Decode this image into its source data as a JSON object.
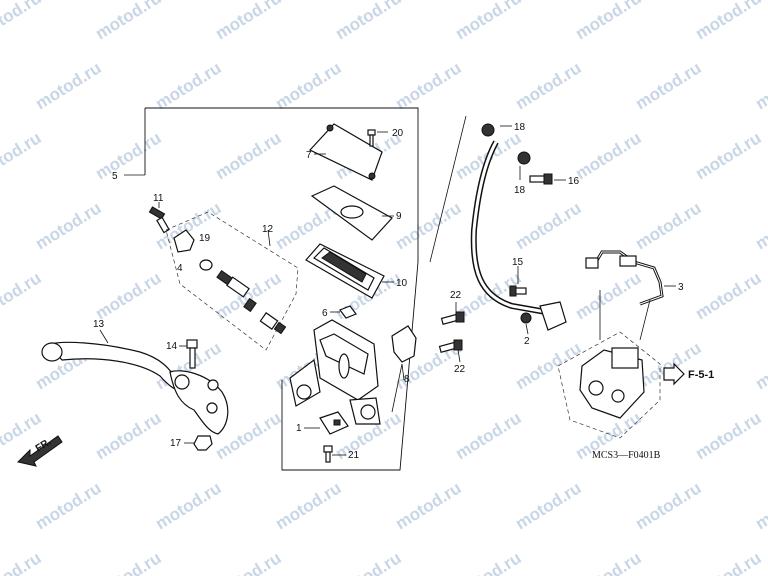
{
  "watermark": "motod.ru",
  "callouts": {
    "c1": "1",
    "c2": "2",
    "c3": "3",
    "c4": "4",
    "c5": "5",
    "c6": "6",
    "c7": "7",
    "c8": "8",
    "c9": "9",
    "c10": "10",
    "c11": "11",
    "c12": "12",
    "c13": "13",
    "c14": "14",
    "c15": "15",
    "c16": "16",
    "c17": "17",
    "c18a": "18",
    "c18b": "18",
    "c19": "19",
    "c20": "20",
    "c21": "21",
    "c22a": "22",
    "c22b": "22"
  },
  "reference": "F-5-1",
  "direction": "FR.",
  "diagram_code": "MCS3—F0401B"
}
